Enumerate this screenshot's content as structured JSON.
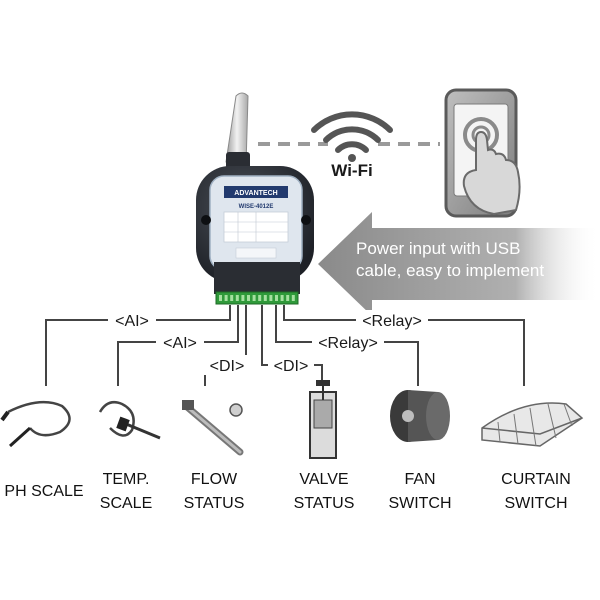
{
  "device": {
    "brand": "ADVANTECH",
    "model": "WISE-4012E"
  },
  "wifi": {
    "label": "Wi-Fi",
    "icon": "wifi-icon"
  },
  "phone": {
    "icon": "smartphone-touch-icon"
  },
  "power_note": {
    "line1": "Power input with USB",
    "line2": "cable, easy to implement"
  },
  "buses": {
    "ai_outer": "<AI>",
    "ai_inner": "<AI>",
    "di_left": "<DI>",
    "di_right": "<DI>",
    "relay_outer": "<Relay>",
    "relay_inner": "<Relay>"
  },
  "devices": [
    {
      "lines": [
        "PH SCALE"
      ],
      "icon": "ph-probe-icon"
    },
    {
      "lines": [
        "TEMP.",
        "SCALE"
      ],
      "icon": "temperature-probe-icon"
    },
    {
      "lines": [
        "FLOW",
        "STATUS"
      ],
      "icon": "flow-sensor-icon"
    },
    {
      "lines": [
        "VALVE",
        "STATUS"
      ],
      "icon": "gate-valve-icon"
    },
    {
      "lines": [
        "FAN",
        "SWITCH"
      ],
      "icon": "fan-icon"
    },
    {
      "lines": [
        "CURTAIN",
        "SWITCH"
      ],
      "icon": "curtain-greenhouse-icon"
    }
  ]
}
